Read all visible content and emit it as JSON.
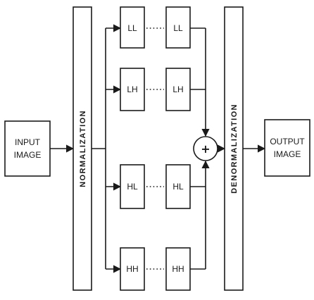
{
  "input_label": [
    "INPUT",
    "IMAGE"
  ],
  "output_label": [
    "OUTPUT",
    "IMAGE"
  ],
  "normalization_label": "NORMALIZATION",
  "denormalization_label": "DENORMALIZATION",
  "sum_symbol": "+",
  "bands": [
    {
      "left": "LL",
      "right": "LL"
    },
    {
      "left": "LH",
      "right": "LH"
    },
    {
      "left": "HL",
      "right": "HL"
    },
    {
      "left": "HH",
      "right": "HH"
    }
  ]
}
